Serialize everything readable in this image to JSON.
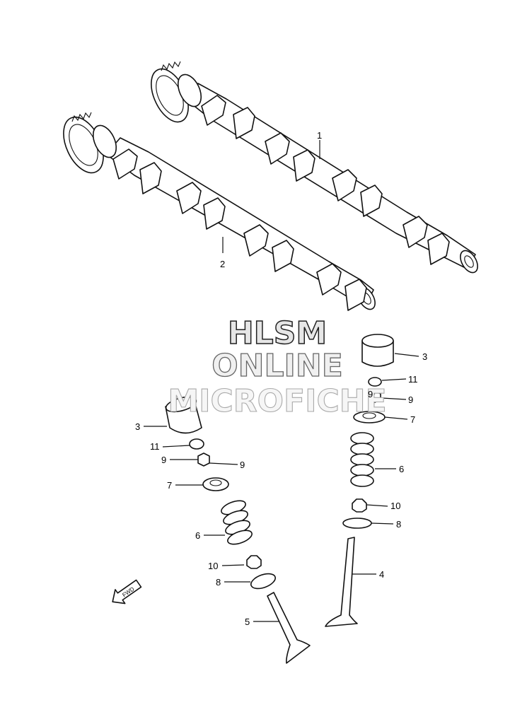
{
  "watermark": {
    "line1": "HLSM",
    "line2": "ONLINE",
    "line3": "MICROFICHE"
  },
  "fwd_label": "FWD",
  "callouts": [
    {
      "id": "c1",
      "text": "1"
    },
    {
      "id": "c2",
      "text": "2"
    },
    {
      "id": "c3r",
      "text": "3"
    },
    {
      "id": "c11r",
      "text": "11"
    },
    {
      "id": "c9r1",
      "text": "9"
    },
    {
      "id": "c9r2",
      "text": "9"
    },
    {
      "id": "c7r",
      "text": "7"
    },
    {
      "id": "c6r",
      "text": "6"
    },
    {
      "id": "c10r",
      "text": "10"
    },
    {
      "id": "c8r",
      "text": "8"
    },
    {
      "id": "c4",
      "text": "4"
    },
    {
      "id": "c3l",
      "text": "3"
    },
    {
      "id": "c11l",
      "text": "11"
    },
    {
      "id": "c9l1",
      "text": "9"
    },
    {
      "id": "c9l2",
      "text": "9"
    },
    {
      "id": "c7l",
      "text": "7"
    },
    {
      "id": "c6l",
      "text": "6"
    },
    {
      "id": "c10l",
      "text": "10"
    },
    {
      "id": "c8l",
      "text": "8"
    },
    {
      "id": "c5",
      "text": "5"
    }
  ]
}
